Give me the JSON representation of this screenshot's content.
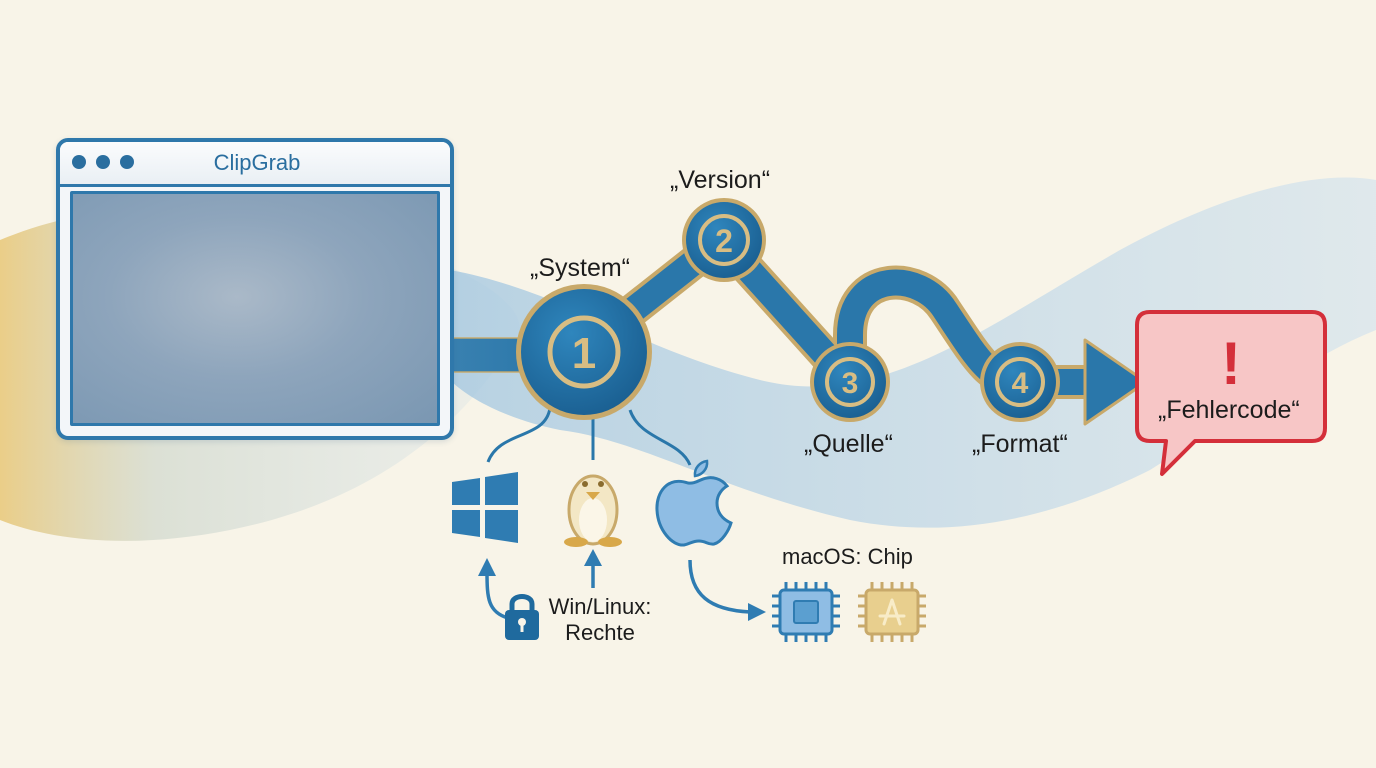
{
  "window": {
    "title": "ClipGrab"
  },
  "steps": [
    {
      "number": "1",
      "label": "„System“"
    },
    {
      "number": "2",
      "label": "„Version“"
    },
    {
      "number": "3",
      "label": "„Quelle“"
    },
    {
      "number": "4",
      "label": "„Format“"
    }
  ],
  "error": {
    "mark": "!",
    "label": "„Fehlercode“"
  },
  "notes": {
    "win_linux": "Win/Linux: Rechte",
    "macos": "macOS: Chip"
  },
  "icons": [
    "windows-icon",
    "linux-tux-icon",
    "apple-icon",
    "padlock-icon",
    "cpu-chip-icon",
    "app-store-chip-icon"
  ],
  "colors": {
    "path_blue": "#2a77aa",
    "gold": "#c8a96a",
    "error_red": "#d42f3a",
    "error_fill": "#f7c6c6",
    "background": "#f8f4e8"
  }
}
